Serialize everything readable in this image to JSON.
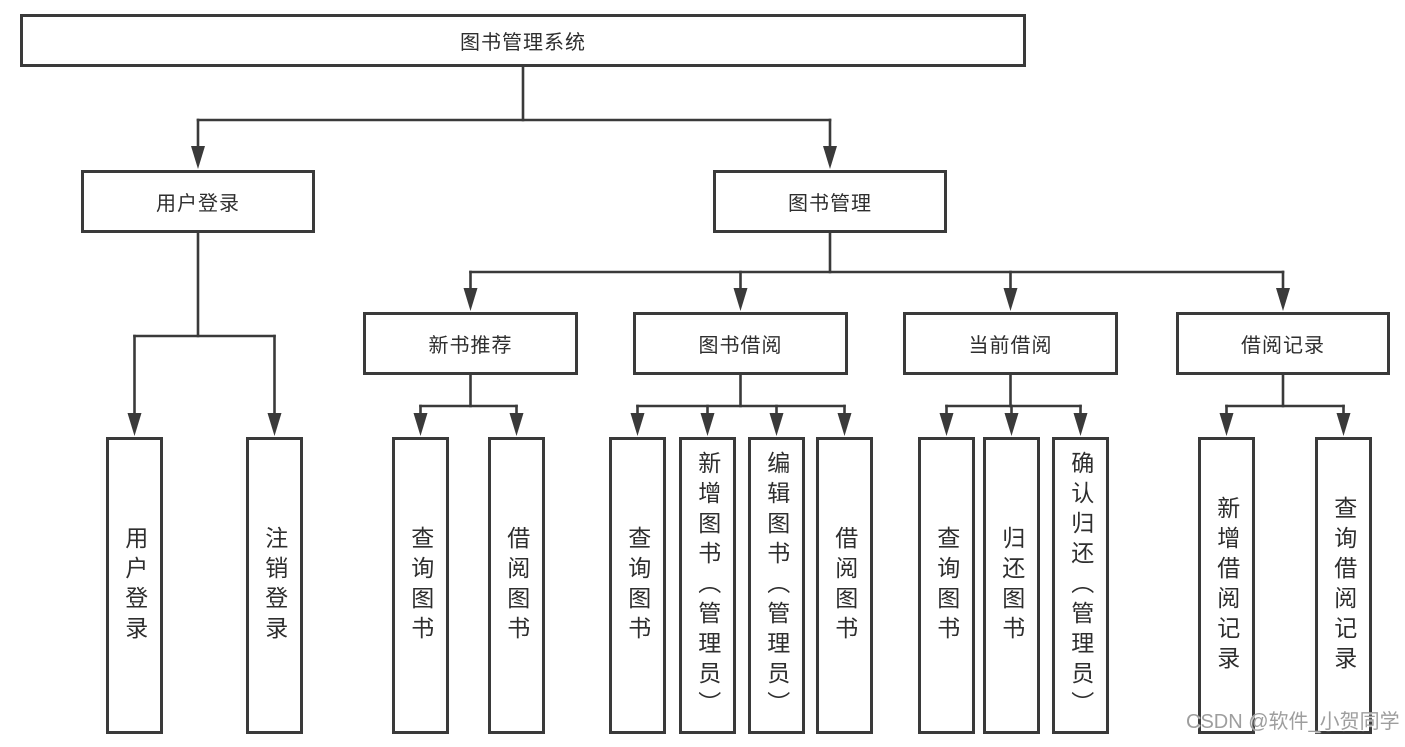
{
  "diagram": {
    "title": "图书管理系统",
    "branches": [
      {
        "label": "用户登录",
        "children": [
          {
            "label": "用户登录"
          },
          {
            "label": "注销登录"
          }
        ]
      },
      {
        "label": "图书管理",
        "children": [
          {
            "label": "新书推荐",
            "children": [
              {
                "label": "查询图书"
              },
              {
                "label": "借阅图书"
              }
            ]
          },
          {
            "label": "图书借阅",
            "children": [
              {
                "label": "查询图书"
              },
              {
                "label": "新增图书（管理员）"
              },
              {
                "label": "编辑图书（管理员）"
              },
              {
                "label": "借阅图书"
              }
            ]
          },
          {
            "label": "当前借阅",
            "children": [
              {
                "label": "查询图书"
              },
              {
                "label": "归还图书"
              },
              {
                "label": "确认归还（管理员）"
              }
            ]
          },
          {
            "label": "借阅记录",
            "children": [
              {
                "label": "新增借阅记录"
              },
              {
                "label": "查询借阅记录"
              }
            ]
          }
        ]
      }
    ]
  },
  "watermark": {
    "text": "CSDN @软件_小贺同学"
  },
  "colors": {
    "line": "#3a3a3a",
    "border": "#3a3a3a",
    "text": "#2e2e2e",
    "watermark_text": "#9e9e9e",
    "background": "#ffffff"
  }
}
